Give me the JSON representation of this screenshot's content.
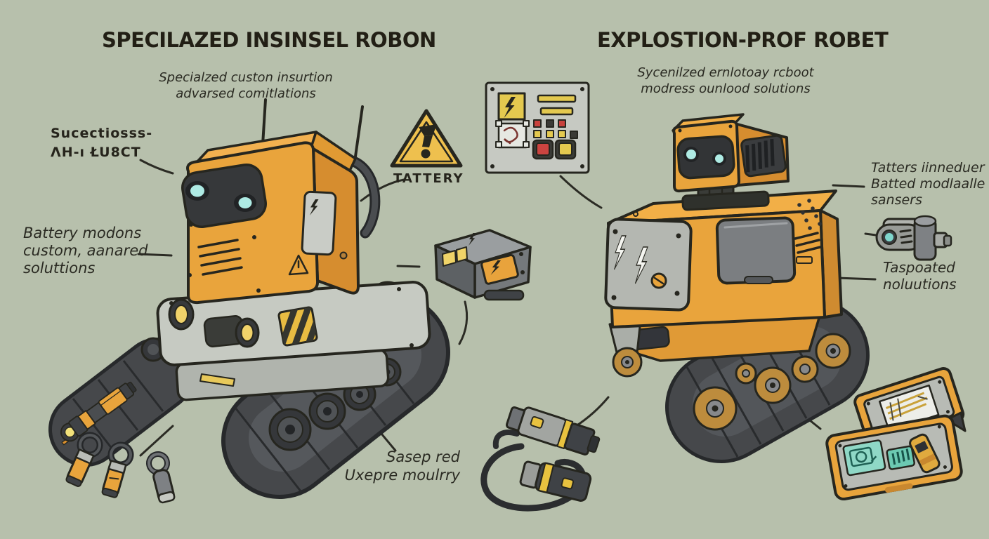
{
  "meta": {
    "description": "Cartoon infographic comparing two tracked industrial robots with annotation labels",
    "style": "hand-drawn illustration on sage background"
  },
  "colors": {
    "background": "#b7c0ac",
    "robot_orange": "#e9a43c",
    "chassis_gray": "#c6cac2",
    "track_dark": "#46484b",
    "wheel_gold": "#bd8c3d",
    "eye_cyan": "#aeebe4",
    "warning_yellow": "#eec04e",
    "accent_yellow": "#e8c94f",
    "screen_teal": "#8fd8c6",
    "button_red": "#c8413c",
    "ink": "#26261f"
  },
  "icons": {
    "warning_triangle": "exclamation warning triangle",
    "lightning_bolt": "lightning bolt",
    "hazard_stripes": "diagonal hazard stripes"
  },
  "left": {
    "title": "SPECILAZED INSINSEL ROBON",
    "subtitle": [
      "Specialzed custon insurtion",
      "advarsed comitlations"
    ],
    "code_label": [
      "Sucectiosss-",
      "ΛH-ı ŁU8CT"
    ],
    "battery_label": [
      "Battery modons",
      "custom, aanared",
      "soluttions"
    ],
    "warning_label": "TATTERY",
    "bottom_label": [
      "Sasep red",
      "Uxepre moulrry"
    ]
  },
  "right": {
    "title": "EXPLOSTION-PROF ROBET",
    "subtitle": [
      "Sycenilzed ernlotoay rcboot",
      "modress ounlood solutions"
    ],
    "sensors_label": [
      "Tatters iinneduer",
      "Batted modlaalle",
      "sansers"
    ],
    "solutions_label": [
      "Taspoated",
      "noluutions"
    ]
  }
}
